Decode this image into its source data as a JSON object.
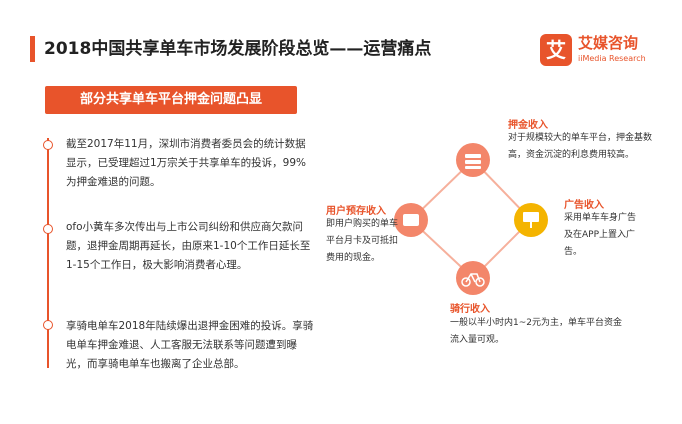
{
  "header": {
    "title": "2018中国共享单车市场发展阶段总览——运营痛点",
    "logo_mark": "艾",
    "logo_cn": "艾媒咨询",
    "logo_en": "iiMedia Research"
  },
  "section": {
    "label": "部分共享单车平台押金问题凸显"
  },
  "paragraphs": [
    "截至2017年11月，深圳市消费者委员会的统计数据显示，已受理超过1万宗关于共享单车的投诉，99%为押金难退的问题。",
    "ofo小黄车多次传出与上市公司纠纷和供应商欠款问题，退押金周期再延长，由原来1-10个工作日延长至1-15个工作日，极大影响消费者心理。",
    "享骑电单车2018年陆续爆出退押金困难的投诉。享骑电单车押金难退、人工客服无法联系等问题遭到曝光，而享骑电单车也搬离了企业总部。"
  ],
  "diagram": {
    "nodes": [
      {
        "id": "deposit",
        "label": "押金收入",
        "desc": "对于规模较大的单车平台，押金基数高，资金沉淀的利息费用较高。",
        "icon": "money-stack-icon"
      },
      {
        "id": "ads",
        "label": "广告收入",
        "desc": "采用单车车身广告及在APP上置入广告。",
        "icon": "billboard-icon"
      },
      {
        "id": "ride",
        "label": "骑行收入",
        "desc": "一般以半小时内1~2元为主，单车平台资金流入量可观。",
        "icon": "bike-icon"
      },
      {
        "id": "prepaid",
        "label": "用户预存收入",
        "desc": "即用户购买的单车平台月卡及可抵扣费用的现金。",
        "icon": "wallet-icon"
      }
    ],
    "colors": {
      "deposit": "#f3866a",
      "ads": "#f4b400",
      "ride": "#f3866a",
      "prepaid": "#f3866a",
      "line": "#f6b09c"
    }
  }
}
